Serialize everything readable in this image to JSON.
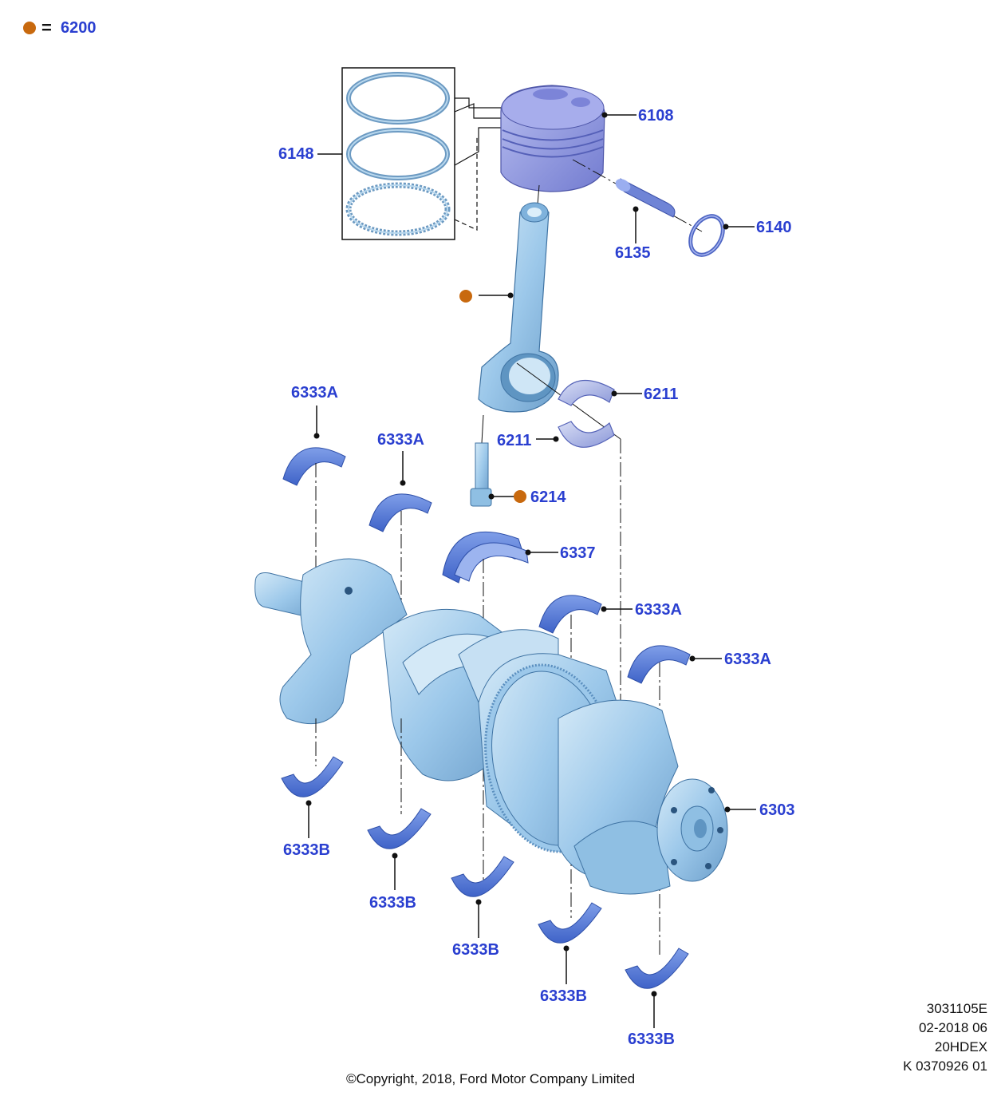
{
  "legend": {
    "equals": "=",
    "part": "6200"
  },
  "colors": {
    "callout_text": "#2a3fd0",
    "dot": "#c8690e",
    "metal_light": "#b9d9ef",
    "metal_mid": "#8fbfe3",
    "metal_dark": "#5f95c2",
    "piston": "#8f96dd",
    "bearing": "#4f74d6"
  },
  "callouts": {
    "c6148": "6148",
    "c6108": "6108",
    "c6140": "6140",
    "c6135": "6135",
    "c6211a": "6211",
    "c6211b": "6211",
    "c6214": "6214",
    "c6337": "6337",
    "c6333a_1": "6333A",
    "c6333a_2": "6333A",
    "c6333a_3": "6333A",
    "c6333a_4": "6333A",
    "c6303": "6303",
    "c6333b_1": "6333B",
    "c6333b_2": "6333B",
    "c6333b_3": "6333B",
    "c6333b_4": "6333B",
    "c6333b_5": "6333B"
  },
  "meta": {
    "line1": "3031105E",
    "line2": "02-2018 06",
    "line3": "20HDEX",
    "line4": "K 0370926 01"
  },
  "copyright": "©Copyright, 2018, Ford Motor Company Limited"
}
